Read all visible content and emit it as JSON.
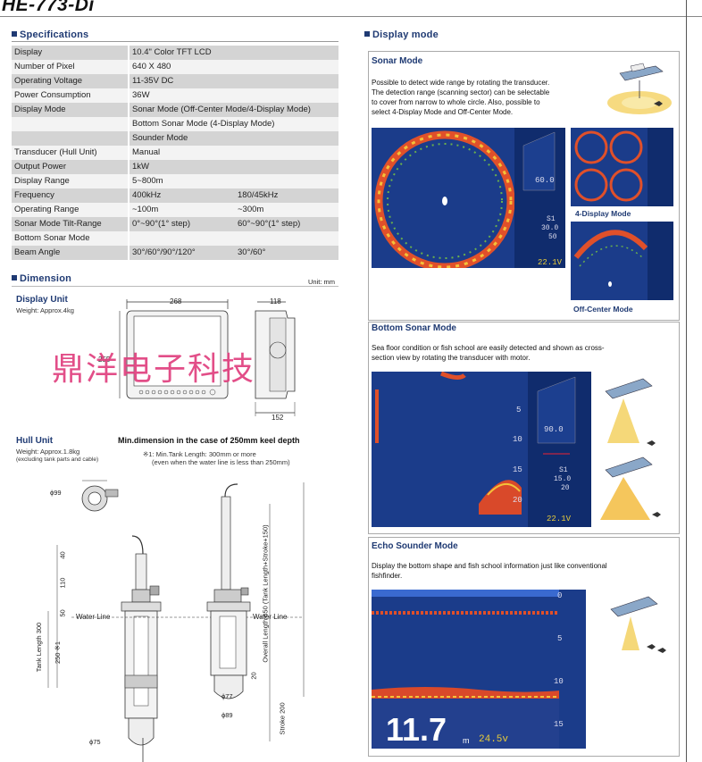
{
  "model": "HE-773-Di",
  "specifications": {
    "title": "Specifications",
    "rows": [
      {
        "label": "Display",
        "value": "10.4\" Color TFT LCD",
        "value2": ""
      },
      {
        "label": "Number of Pixel",
        "value": "640 X 480",
        "value2": ""
      },
      {
        "label": "Operating Voltage",
        "value": "11-35V DC",
        "value2": ""
      },
      {
        "label": "Power Consumption",
        "value": "36W",
        "value2": ""
      },
      {
        "label": "Display Mode",
        "value": "Sonar Mode (Off-Center Mode/4-Display Mode)",
        "value2": ""
      },
      {
        "label": "",
        "value": "Bottom Sonar Mode (4-Display Mode)",
        "value2": ""
      },
      {
        "label": "",
        "value": "Sounder Mode",
        "value2": ""
      },
      {
        "label": "Transducer (Hull Unit)",
        "value": "Manual",
        "value2": ""
      },
      {
        "label": "Output Power",
        "value": "1kW",
        "value2": ""
      },
      {
        "label": "Display Range",
        "value": "5~800m",
        "value2": ""
      },
      {
        "label": "Frequency",
        "value": "400kHz",
        "value2": "180/45kHz"
      },
      {
        "label": "Operating Range",
        "value": "~100m",
        "value2": "~300m"
      },
      {
        "label": "Sonar Mode Tilt-Range",
        "value": "0°~90°(1° step)",
        "value2": "60°~90°(1° step)"
      },
      {
        "label": "Bottom Sonar Mode",
        "value": "",
        "value2": ""
      },
      {
        "label": "Beam Angle",
        "value": "30°/60°/90°/120°",
        "value2": "30°/60°"
      }
    ]
  },
  "dimension": {
    "title": "Dimension",
    "unit": "Unit: mm",
    "display_unit": {
      "title": "Display Unit",
      "weight": "Weight: Approx.4kg",
      "w": "268",
      "d": "118",
      "h": "255",
      "d2": "152"
    },
    "hull_unit": {
      "title": "Hull Unit",
      "weight": "Weight: Approx.1.8kg",
      "weight_note": "(excluding tank parts and cable)",
      "min_title": "Min.dimension in the case of 250mm keel depth",
      "min_note1": "※1: Min.Tank Length: 300mm or more",
      "min_note2": "(even when the water line is less than 250mm)",
      "labels": {
        "phi99": "ϕ99",
        "d40": "40",
        "d110": "110",
        "d50": "50",
        "tank300": "Tank Length 300",
        "d250": "250 ※1",
        "water_line": "Water Line",
        "water_line2": "Water Line",
        "overall": "Overall Length 650 (Tank Length+Stroke+150)",
        "phi77": "ϕ77",
        "phi89": "ϕ89",
        "d20": "20",
        "stroke": "Stroke 200",
        "phi75": "ϕ75"
      }
    }
  },
  "watermark": "鼎洋电子科技",
  "display_mode": {
    "title": "Display mode",
    "sonar": {
      "title": "Sonar Mode",
      "desc": [
        "Possible to detect wide range by rotating the transducer.",
        "The detection range (scanning sector) can be selectable",
        "to cover from narrow to whole circle. Also, possible to",
        "select 4-Display Mode and Off-Center Mode."
      ],
      "cap_4display": "4-Display Mode",
      "cap_offcenter": "Off-Center Mode",
      "readouts": [
        "60.0",
        "S1",
        "30.0",
        "50",
        "22.1V"
      ]
    },
    "bottom": {
      "title": "Bottom Sonar Mode",
      "desc": [
        "Sea floor condition or fish school are easily detected and shown as cross-",
        "section view by rotating the transducer with motor."
      ],
      "scale": [
        "5",
        "10",
        "15",
        "20"
      ],
      "readouts": [
        "90.0",
        "S1",
        "15.0",
        "20",
        "22.1V"
      ]
    },
    "echo": {
      "title": "Echo Sounder Mode",
      "desc": [
        "Display the bottom shape and fish school information just like conventional",
        "fishfinder."
      ],
      "scale": [
        "0",
        "5",
        "10",
        "15"
      ],
      "depth": "11.7",
      "unit": "m",
      "voltage": "24.5v"
    }
  }
}
